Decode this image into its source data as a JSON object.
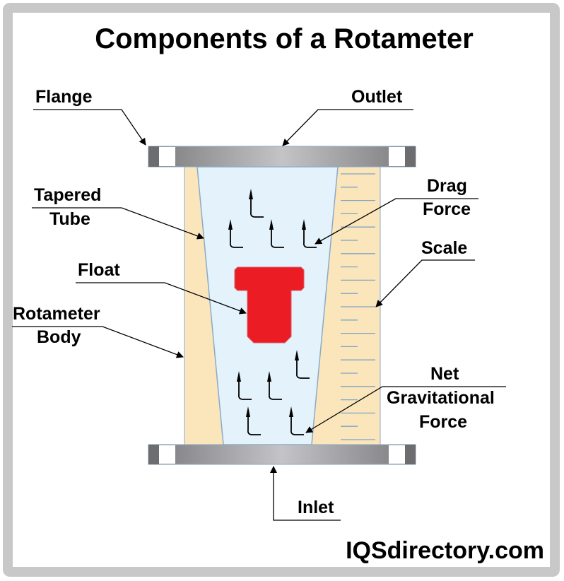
{
  "title": "Components of a Rotameter",
  "brand": "IQSdirectory.com",
  "labels": {
    "flange": "Flange",
    "outlet": "Outlet",
    "tapered_tube_1": "Tapered",
    "tapered_tube_2": "Tube",
    "drag_force_1": "Drag",
    "drag_force_2": "Force",
    "scale": "Scale",
    "float": "Float",
    "rotameter_body_1": "Rotameter",
    "rotameter_body_2": "Body",
    "net_grav_1": "Net",
    "net_grav_2": "Gravitational",
    "net_grav_3": "Force",
    "inlet": "Inlet"
  },
  "colors": {
    "frame": "#c8c8c8",
    "body": "#fbe6bc",
    "tube": "#e3f2fb",
    "float": "#ec1c24",
    "flange_dark": "#6d6d70",
    "flange_light": "#c4c4c6",
    "outline": "#8aaac8"
  }
}
